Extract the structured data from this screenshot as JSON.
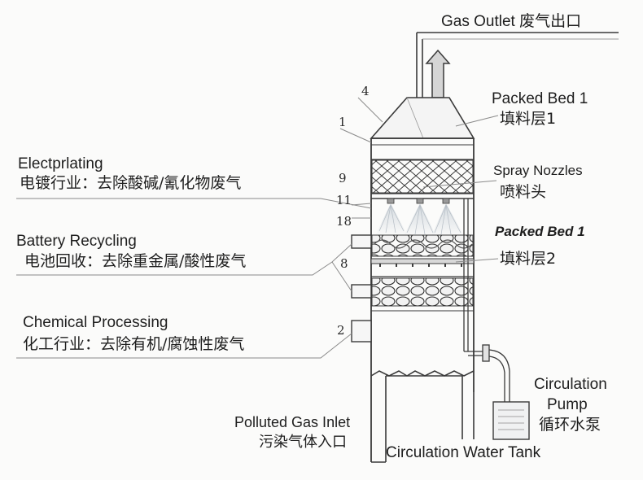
{
  "labels": {
    "gas_outlet": "Gas Outlet 废气出口",
    "packed_bed_1": "Packed Bed 1",
    "packed_bed_1_zh": "填料层1",
    "spray_nozzles": "Spray Nozzles",
    "spray_nozzles_zh": "喷料头",
    "packed_bed_2_en": "Packed Bed 1",
    "packed_bed_2_zh": "填料层2",
    "electroplating": "Electprlating",
    "electroplating_zh": "电镀行业：去除酸碱/氰化物废气",
    "battery": "Battery Recycling",
    "battery_zh": "电池回收：去除重金属/酸性废气",
    "chemical": "Chemical Processing",
    "chemical_zh": "化工行业：去除有机/腐蚀性废气",
    "circ_pump_1": "Circulation",
    "circ_pump_2": "Pump",
    "circ_pump_zh": "循环水泵",
    "polluted_inlet": "Polluted Gas Inlet",
    "polluted_inlet_zh": "污染气体入口",
    "water_tank": "Circulation Water Tank"
  },
  "numbers": {
    "n1": "1",
    "n2": "2",
    "n4": "4",
    "n8": "8",
    "n9": "9",
    "n11": "11",
    "n18": "18"
  },
  "colors": {
    "line": "#3a3a3a",
    "leader": "#8a8a8a",
    "background": "#fbfbfa"
  }
}
